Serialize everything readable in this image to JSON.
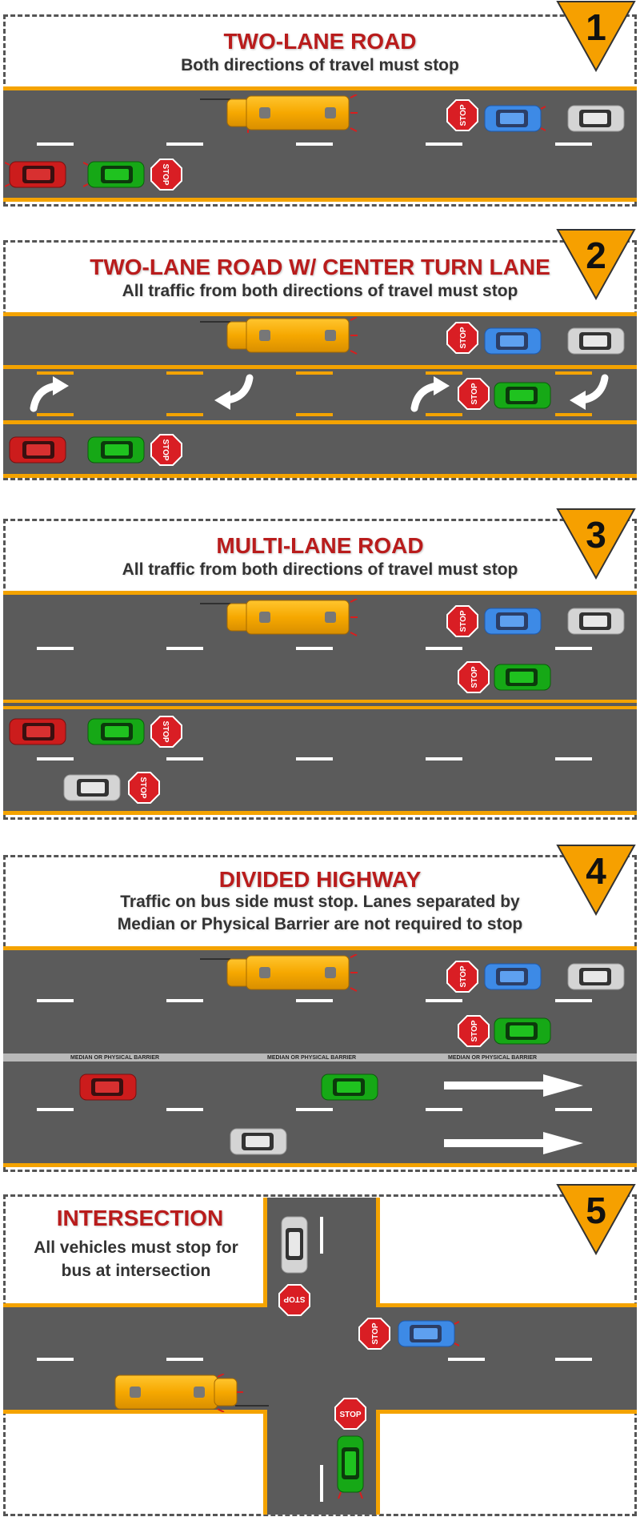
{
  "colors": {
    "road": "#5b5b5b",
    "lane_edge": "#f4a300",
    "title": "#b91c1c",
    "bus": "#f6a800",
    "stop_sign": "#d91e24"
  },
  "sections": [
    {
      "number": "1",
      "title": "TWO-LANE ROAD",
      "subtitle": "Both directions of travel must stop"
    },
    {
      "number": "2",
      "title": "TWO-LANE ROAD W/ CENTER TURN LANE",
      "subtitle": "All traffic from both directions of travel must stop"
    },
    {
      "number": "3",
      "title": "MULTI-LANE ROAD",
      "subtitle": "All traffic from both directions of travel must stop"
    },
    {
      "number": "4",
      "title": "DIVIDED HIGHWAY",
      "subtitle_line1": "Traffic on bus side must stop. Lanes separated by",
      "subtitle_line2": "Median or Physical Barrier are not required to stop"
    },
    {
      "number": "5",
      "title": "INTERSECTION",
      "subtitle_line1": "All vehicles must stop for",
      "subtitle_line2": "bus at intersection"
    }
  ],
  "stop_label": "STOP",
  "median_label": "MEDIAN OR PHYSICAL BARRIER"
}
